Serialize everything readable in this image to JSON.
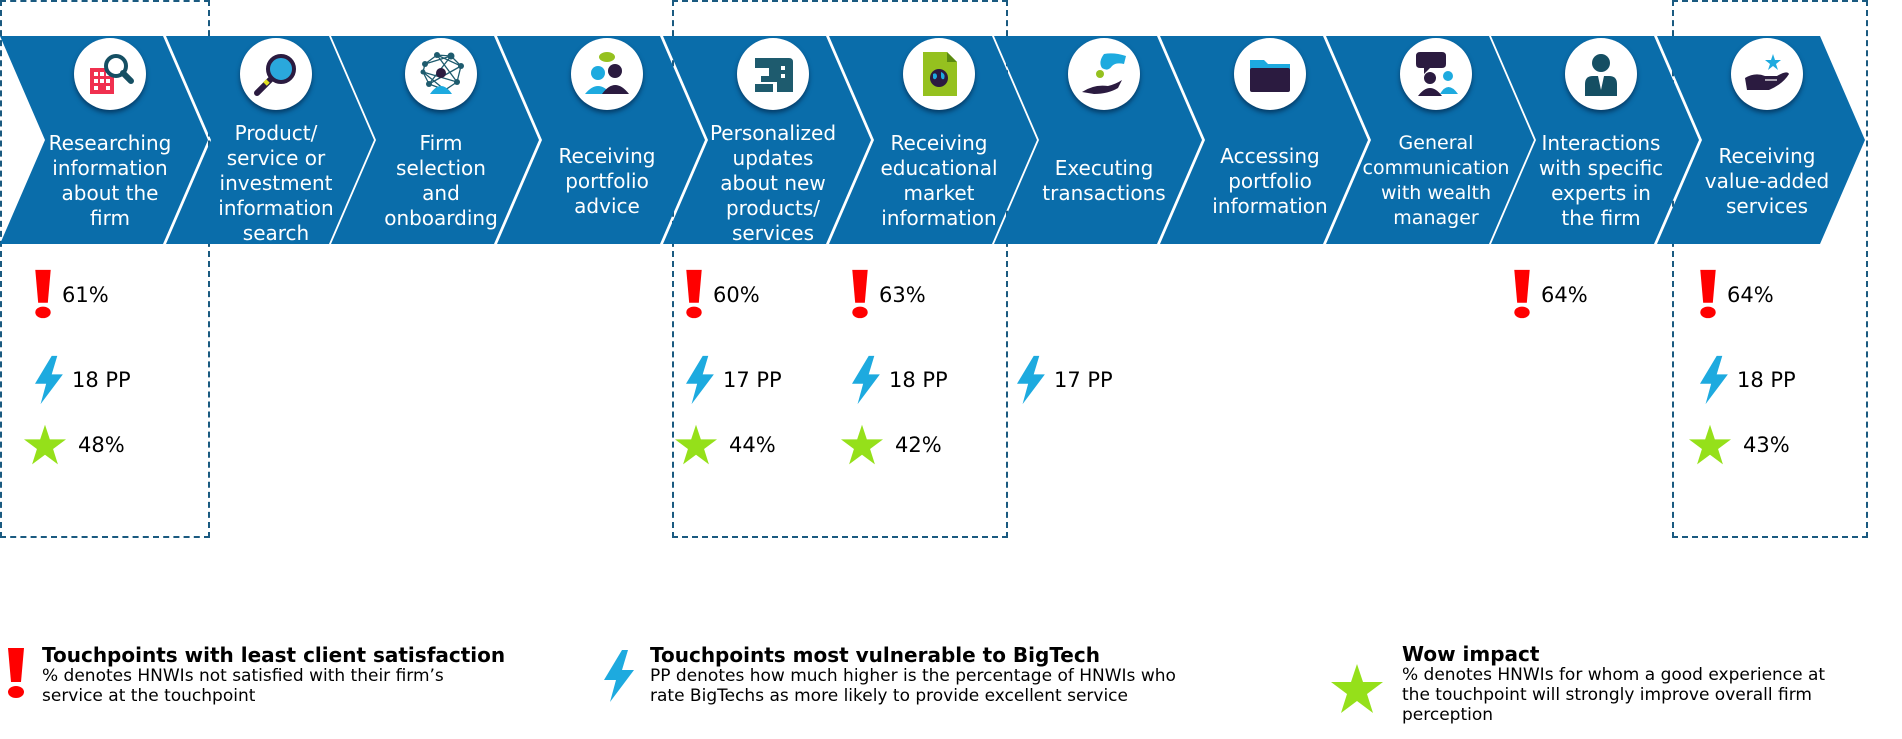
{
  "colors": {
    "chevron": "#0A6DAA",
    "dashed_border": "#1a5a80",
    "exclamation": "#FF0000",
    "bolt": "#1DAADF",
    "star": "#95E01A"
  },
  "steps": [
    {
      "label": "Researching\ninformation\nabout the\nfirm",
      "icon": "building-search-icon",
      "highlighted": true,
      "least_satisfaction": "61%",
      "bigtech_vulnerability": "18 PP",
      "wow_impact": "48%"
    },
    {
      "label": "Product/\nservice  or\ninvestment\ninformation\nsearch",
      "icon": "magnifier-icon",
      "highlighted": false,
      "least_satisfaction": null,
      "bigtech_vulnerability": null,
      "wow_impact": null
    },
    {
      "label": "Firm\nselection\nand\nonboarding",
      "icon": "network-person-icon",
      "highlighted": false,
      "least_satisfaction": null,
      "bigtech_vulnerability": null,
      "wow_impact": null
    },
    {
      "label": "Receiving\nportfolio\nadvice",
      "icon": "advisor-conversation-icon",
      "highlighted": false,
      "least_satisfaction": null,
      "bigtech_vulnerability": null,
      "wow_impact": null
    },
    {
      "label": "Personalized\nupdates\nabout new\nproducts/\nservices",
      "icon": "sewing-machine-icon",
      "highlighted": true,
      "least_satisfaction": "60%",
      "bigtech_vulnerability": "17 PP",
      "wow_impact": "44%"
    },
    {
      "label": "Receiving\neducational\nmarket\ninformation",
      "icon": "globe-document-icon",
      "highlighted": true,
      "least_satisfaction": "63%",
      "bigtech_vulnerability": "18 PP",
      "wow_impact": "42%"
    },
    {
      "label": "Executing\ntransactions",
      "icon": "coin-handover-icon",
      "highlighted": false,
      "least_satisfaction": null,
      "bigtech_vulnerability": "17 PP",
      "wow_impact": null
    },
    {
      "label": "Accessing\nportfolio\ninformation",
      "icon": "folder-icon",
      "highlighted": false,
      "least_satisfaction": null,
      "bigtech_vulnerability": null,
      "wow_impact": null
    },
    {
      "label": "General\ncommunication\nwith wealth\nmanager",
      "icon": "people-chat-icon",
      "highlighted": false,
      "least_satisfaction": null,
      "bigtech_vulnerability": null,
      "wow_impact": null
    },
    {
      "label": "Interactions\nwith specific\nexperts in\nthe firm",
      "icon": "expert-person-icon",
      "highlighted": false,
      "least_satisfaction": "64%",
      "bigtech_vulnerability": null,
      "wow_impact": null
    },
    {
      "label": "Receiving\nvalue-added\nservices",
      "icon": "hand-star-icon",
      "highlighted": true,
      "least_satisfaction": "64%",
      "bigtech_vulnerability": "18 PP",
      "wow_impact": "43%"
    }
  ],
  "legend": [
    {
      "icon": "exclamation-icon",
      "title": "Touchpoints with least client satisfaction",
      "description": "% denotes HNWIs not satisfied with their firm’s\nservice at the touchpoint"
    },
    {
      "icon": "lightning-bolt-icon",
      "title": "Touchpoints most vulnerable to BigTech",
      "description": "PP denotes how much higher is the percentage of HNWIs who\nrate BigTechs as more likely to provide excellent service"
    },
    {
      "icon": "star-icon",
      "title": "Wow impact",
      "description": "% denotes HNWIs for whom a good experience at\nthe touchpoint will strongly improve overall firm\nperception"
    }
  ]
}
